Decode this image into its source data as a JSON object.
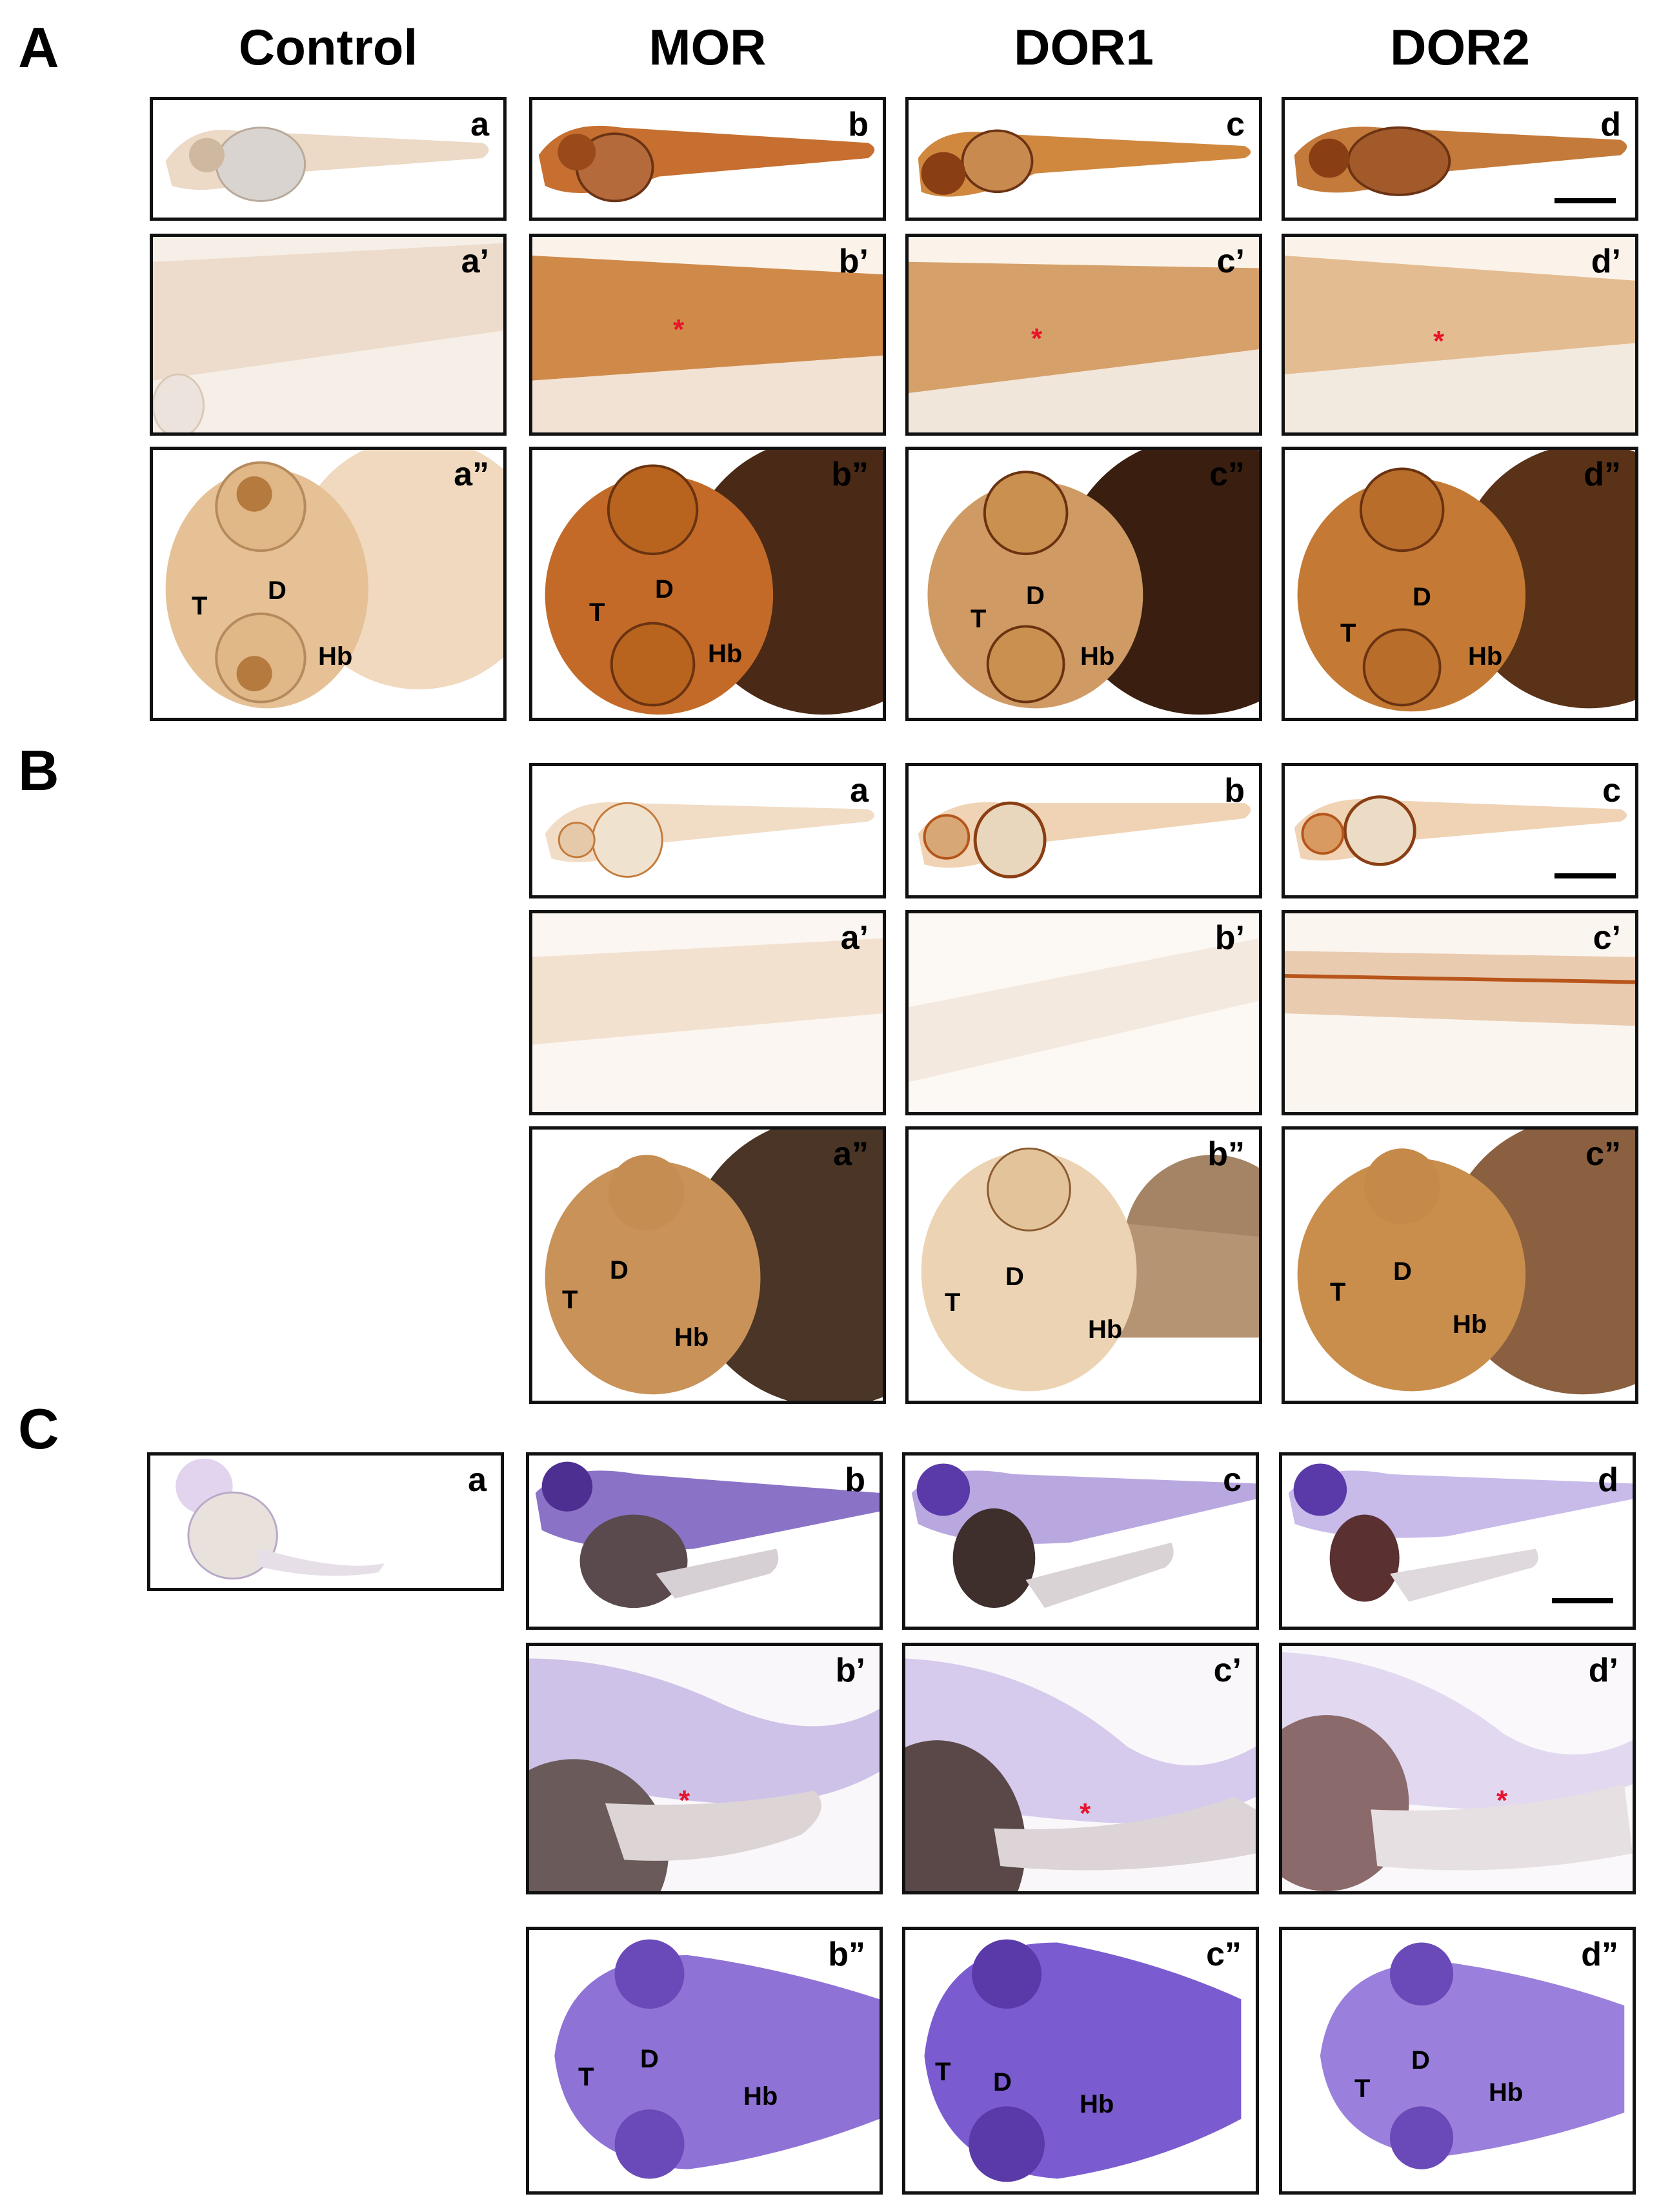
{
  "sections": [
    "A",
    "B",
    "C"
  ],
  "column_headers": [
    "Control",
    "MOR",
    "DOR1",
    "DOR2"
  ],
  "panel_labels": {
    "A": [
      "a",
      "b",
      "c",
      "d",
      "a’",
      "b’",
      "c’",
      "d’",
      "a”",
      "b”",
      "c”",
      "d”"
    ],
    "B": [
      "a",
      "b",
      "c",
      "a’",
      "b’",
      "c’",
      "a”",
      "b”",
      "c”"
    ],
    "C": [
      "a",
      "b",
      "c",
      "d",
      "b’",
      "c’",
      "d’",
      "b”",
      "c”",
      "d”"
    ]
  },
  "region_labels": {
    "telencephalon": "T",
    "diencephalon": "D",
    "hindbrain": "Hb"
  },
  "asterisk": "*",
  "colors": {
    "dab_light": "#e8c9a8",
    "dab_strong": "#b8551a",
    "dab_dark": "#5a2a10",
    "nbt_purple": "#6a48b8",
    "nbt_light": "#cfc2ea",
    "asterisk_red": "#e8132b"
  }
}
